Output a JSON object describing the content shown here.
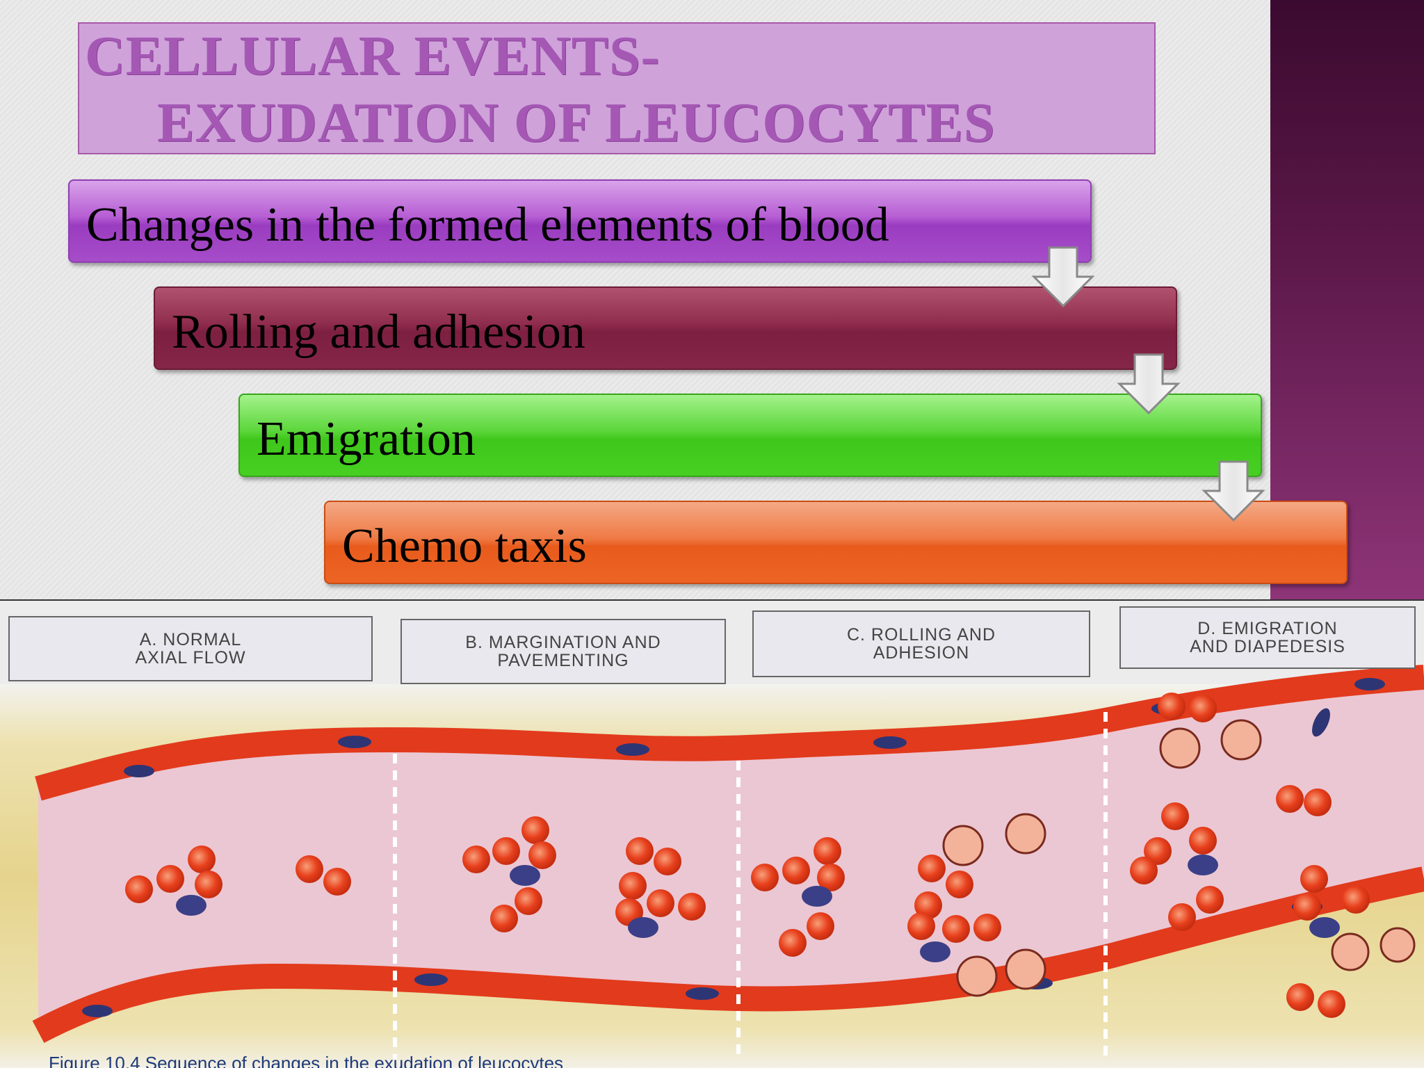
{
  "slide": {
    "title_line1": "CELLULAR EVENTS-",
    "title_line2": "EXUDATION OF LEUCOCYTES",
    "steps": [
      {
        "label": "Changes in the formed elements of blood",
        "color": "#b65dd3"
      },
      {
        "label": "Rolling and adhesion",
        "color": "#8f2c4d"
      },
      {
        "label": "Emigration",
        "color": "#3fc71b"
      },
      {
        "label": "Chemo taxis",
        "color": "#e85b1c"
      }
    ],
    "arrow_icon": "down-arrow-icon"
  },
  "figure": {
    "panels": [
      {
        "line1": "A. NORMAL",
        "line2": "AXIAL FLOW"
      },
      {
        "line1": "B. MARGINATION AND",
        "line2": "PAVEMENTING"
      },
      {
        "line1": "C. ROLLING AND",
        "line2": "ADHESION"
      },
      {
        "line1": "D. EMIGRATION",
        "line2": "AND DIAPEDESIS"
      }
    ],
    "caption": "Figure 10.4 Sequence of changes in the exudation of leucocytes",
    "colors": {
      "vessel_wall": "#e23a1c",
      "lumen": "#ebc9d6",
      "rbc": "#e8401d",
      "nucleus": "#2e3574",
      "tissue": "#e9d898"
    }
  }
}
